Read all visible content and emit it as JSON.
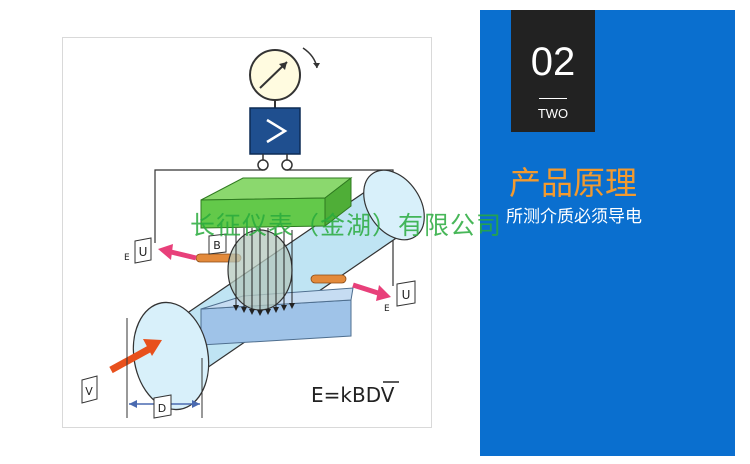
{
  "section": {
    "number": "02",
    "number_word": "TWO",
    "title": "产品原理",
    "subtitle": "所测介质必须导电"
  },
  "diagram": {
    "label_e_left": "E",
    "label_u_left": "U",
    "label_b": "B",
    "label_e_right": "E",
    "label_u_right": "U",
    "label_v": "V",
    "label_d": "D",
    "formula_prefix": "E=kBD",
    "formula_overline": "V"
  },
  "watermark": "长征仪表（金湖）有限公司",
  "colors": {
    "panel_blue": "#0a6fcf",
    "number_box": "#222222",
    "title_orange": "#f39a2e",
    "pipe_fill": "#bfe4f3",
    "magnet_top": "#63c94a",
    "magnet_bottom": "#9fc3e8",
    "amplifier_box": "#1f4f8f",
    "arrow_magenta": "#e8407a",
    "arrow_orange": "#e8501c"
  }
}
